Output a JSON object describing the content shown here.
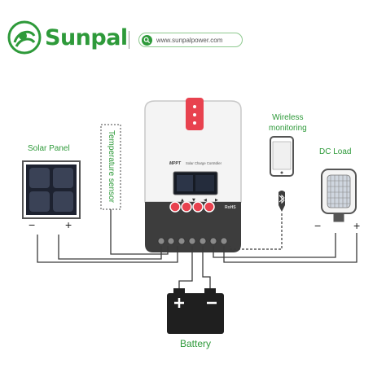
{
  "brand": {
    "name": "Sunpal",
    "url": "www.sunpalpower.com",
    "color": "#2e9a3a"
  },
  "labels": {
    "solar_panel": "Solar Panel",
    "temperature_sensor": "Temperature sensor",
    "wireless_line1": "Wireless",
    "wireless_line2": "monitoring",
    "dc_load": "DC Load",
    "battery": "Battery"
  },
  "controller": {
    "model": "MPPT",
    "subtitle": "Solar Charge Controller",
    "rohs": "RoHS"
  },
  "battery": {
    "minus": "−",
    "plus": "+"
  },
  "solar_terminals": {
    "minus": "−",
    "plus": "+"
  },
  "load_terminals": {
    "minus": "−",
    "plus": "+"
  },
  "colors": {
    "accent": "#2e9a3a",
    "button_red": "#e8424f",
    "dark_gray": "#3d3d3d",
    "light_gray": "#d6d6d6"
  },
  "icons": [
    "search-icon",
    "bluetooth-icon",
    "sunpal-logo-icon"
  ]
}
